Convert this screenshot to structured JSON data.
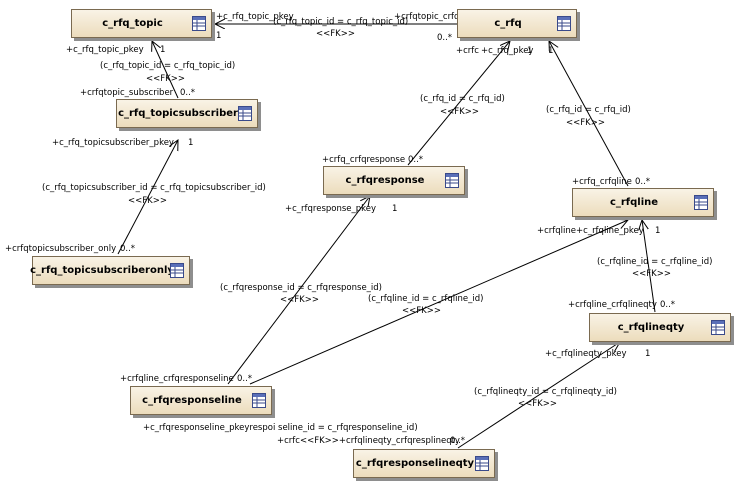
{
  "entities": {
    "topic": "c_rfq_topic",
    "rfq": "c_rfq",
    "topicsubscriber": "c_rfq_topicsubscriber",
    "rfqresponse": "c_rfqresponse",
    "rfqline": "c_rfqline",
    "topicsubscriberonly": "c_rfq_topicsubscriberonly",
    "rfqlineqty": "c_rfqlineqty",
    "rfqresponseline": "c_rfqresponseline",
    "rfqresponselineqty": "c_rfqresponselineqty"
  },
  "labels": {
    "r1_src": "+c_rfq_topic_pkey",
    "r1_dst": "+crfqtopic_crfq",
    "r1_cond": "(c_rfq_topic_id = c_rfq_topic_id)",
    "r1_fk": "<<FK>>",
    "r1_one": "1",
    "r1_many": "0..*",
    "r2_src": "+c_rfq_topic_pkey",
    "r2_dst": "+crfqtopic_subscriber",
    "r2_cond": "(c_rfq_topic_id = c_rfq_topic_id)",
    "r2_fk": "<<FK>>",
    "r2_one": "1",
    "r2_many": "0..*",
    "r3_src": "+c_rfq_topicsubscriber_pkey",
    "r3_dst": "+crfqtopicsubscriber_only",
    "r3_cond": "(c_rfq_topicsubscriber_id = c_rfq_topicsubscriber_id)",
    "r3_fk": "<<FK>>",
    "r3_one": "1",
    "r3_many": "0..*",
    "r4_src": "+c_rfq_pkey",
    "r4_pre": "+crfc",
    "r4_dst": "+crfq_crfqresponse",
    "r4_cond": "(c_rfq_id = c_rfq_id)",
    "r4_fk": "<<FK>>",
    "r4_one": "1",
    "r4_many": "0..*",
    "r5_dst": "+crfq_crfqline",
    "r5_cond": "(c_rfq_id = c_rfq_id)",
    "r5_fk": "<<FK>>",
    "r5_one": "1",
    "r5_many": "0..*",
    "r6_src": "+c_rfqresponse_pkey",
    "r6_dst": "+crfqline_crfqresponseline",
    "r6_cond": "(c_rfqresponse_id = c_rfqresponse_id)",
    "r6_fk": "<<FK>>",
    "r6_one": "1",
    "r6_many": "0..*",
    "r7_src": "+crfqline+c_rfqline_pkey",
    "r7_cond": "(c_rfqline_id = c_rfqline_id)",
    "r7_fk": "<<FK>>",
    "r8_dst": "+crfqline_crfqlineqty",
    "r8_cond": "(c_rfqline_id = c_rfqline_id)",
    "r8_fk": "<<FK>>",
    "r8_one": "1",
    "r8_many": "0..*",
    "r9_src": "+c_rfqlineqty_pkey",
    "r9_dst": "+crfc<<FK>>+crfqlineqty_crfqresplineqty",
    "r9_cond": "(c_rfqlineqty_id = c_rfqlineqty_id)",
    "r9_fk": "<<FK>>",
    "r9_one": "1",
    "r9_many": "0..*",
    "r10_src": "+c_rfqresponseline_pkeyrespoi seline_id = c_rfqresponseline_id)"
  }
}
